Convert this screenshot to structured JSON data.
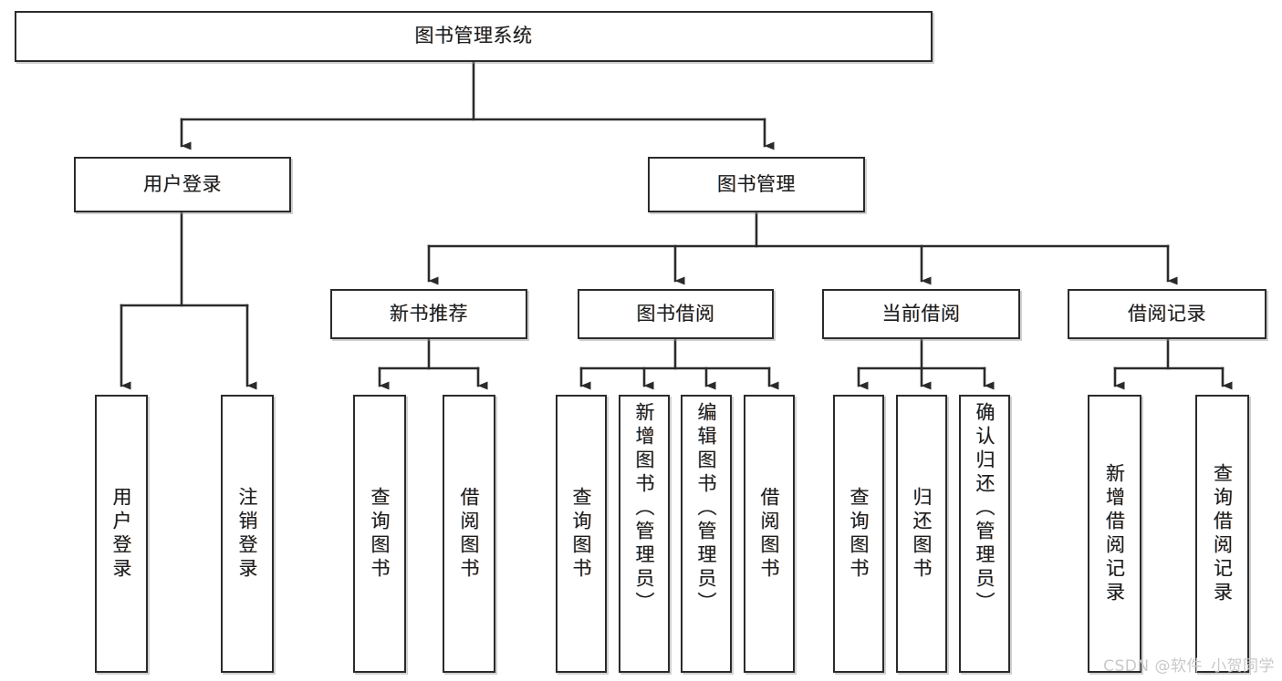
{
  "diagram": {
    "type": "tree-hierarchy",
    "title": "图书管理系统",
    "background_color": "#ffffff",
    "line_color": "#2b2b2b",
    "box_border_color": "#2b2b2b",
    "text_color": "#1d1d1d",
    "root": {
      "label": "图书管理系统",
      "orientation": "horizontal"
    },
    "level2": [
      {
        "label": "用户登录",
        "orientation": "horizontal"
      },
      {
        "label": "图书管理",
        "orientation": "horizontal"
      }
    ],
    "level3": [
      {
        "label": "新书推荐",
        "orientation": "horizontal"
      },
      {
        "label": "图书借阅",
        "orientation": "horizontal"
      },
      {
        "label": "当前借阅",
        "orientation": "horizontal"
      },
      {
        "label": "借阅记录",
        "orientation": "horizontal"
      }
    ],
    "leaves": {
      "user_login": [
        {
          "label": "用户登录",
          "orientation": "vertical"
        },
        {
          "label": "注销登录",
          "orientation": "vertical"
        }
      ],
      "new_book_recommend": [
        {
          "label": "查询图书",
          "orientation": "vertical"
        },
        {
          "label": "借阅图书",
          "orientation": "vertical"
        }
      ],
      "book_borrow": [
        {
          "label": "查询图书",
          "orientation": "vertical"
        },
        {
          "label": "新增图书（管理员）",
          "orientation": "vertical"
        },
        {
          "label": "编辑图书（管理员）",
          "orientation": "vertical"
        },
        {
          "label": "借阅图书",
          "orientation": "vertical"
        }
      ],
      "current_borrow": [
        {
          "label": "查询图书",
          "orientation": "vertical"
        },
        {
          "label": "归还图书",
          "orientation": "vertical"
        },
        {
          "label": "确认归还（管理员）",
          "orientation": "vertical"
        }
      ],
      "borrow_record": [
        {
          "label": "新增借阅记录",
          "orientation": "vertical"
        },
        {
          "label": "查询借阅记录",
          "orientation": "vertical"
        }
      ]
    }
  },
  "watermark": {
    "text": "CSDN @软件_小贺同学",
    "color": "#c9c9c9"
  }
}
